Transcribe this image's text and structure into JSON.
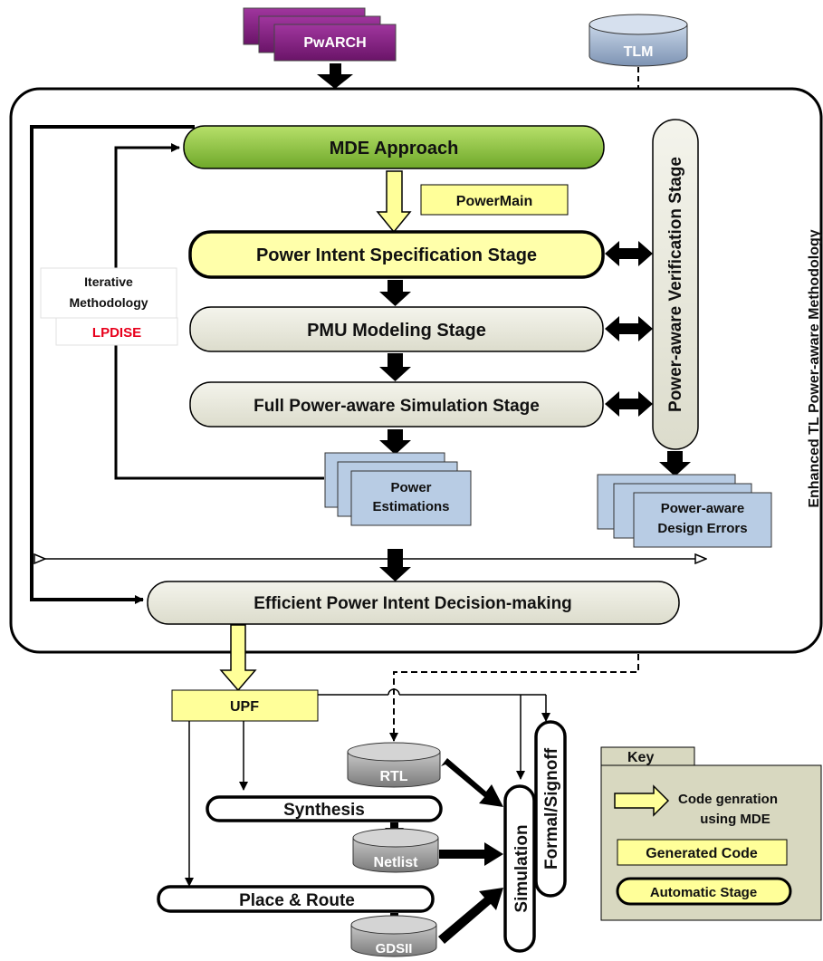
{
  "inputs": {
    "pwarch": "PwARCH",
    "tlm": "TLM"
  },
  "stages": {
    "mde": "MDE Approach",
    "power_main": "PowerMain",
    "power_intent": "Power Intent Specification Stage",
    "pmu": "PMU Modeling Stage",
    "full_sim": "Full Power-aware Simulation Stage",
    "verification": "Power-aware Verification Stage",
    "decision": "Efficient Power Intent Decision-making"
  },
  "outputs": {
    "estimations_line1": "Power",
    "estimations_line2": "Estimations",
    "errors_line1": "Power-aware",
    "errors_line2": "Design Errors"
  },
  "iterative": {
    "line1": "Iterative",
    "line2": "Methodology",
    "name": "LPDISE"
  },
  "methodology_label": "Enhanced TL Power-aware Methodology",
  "flow": {
    "upf": "UPF",
    "rtl": "RTL",
    "synthesis": "Synthesis",
    "netlist": "Netlist",
    "place_route": "Place & Route",
    "gdsii": "GDSII",
    "simulation": "Simulation",
    "formal": "Formal/Signoff"
  },
  "key": {
    "title": "Key",
    "arrow_line1": "Code genration",
    "arrow_line2": "using MDE",
    "generated": "Generated Code",
    "automatic": "Automatic Stage"
  },
  "colors": {
    "green": "#8dc63f",
    "yellow": "#ffff99",
    "stage_fill": "#ecece0",
    "purple": "#7b1e7a",
    "blue_doc": "#b8cce4",
    "key_bg": "#d8d8c0",
    "red": "#e8001c"
  }
}
